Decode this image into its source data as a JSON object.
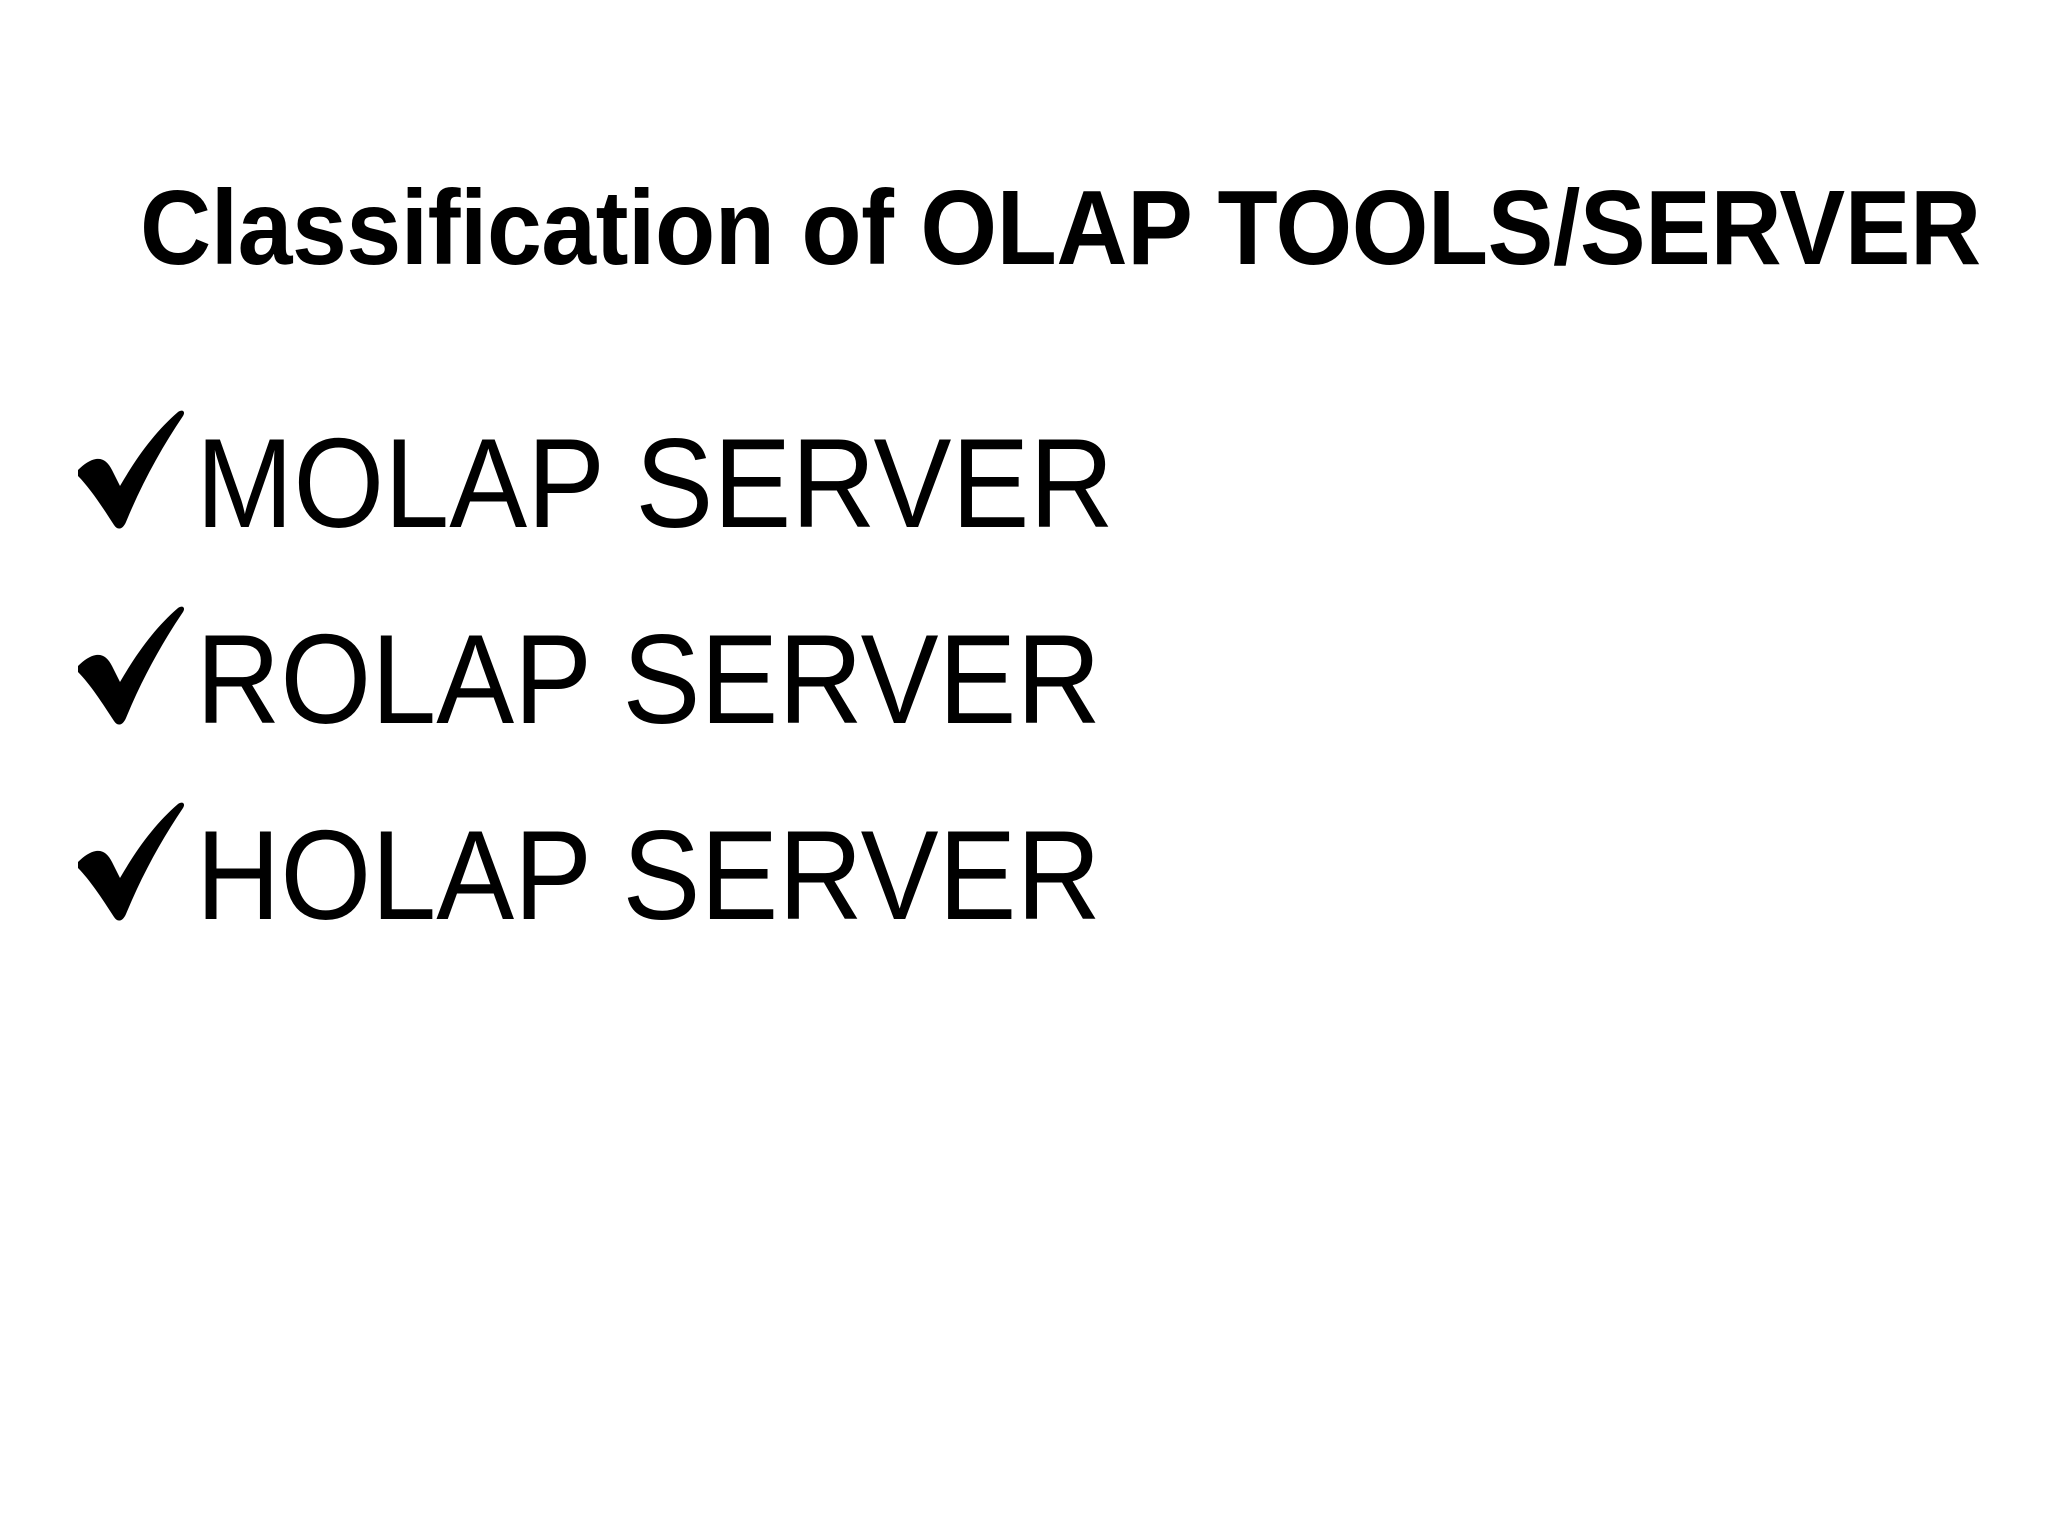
{
  "slide": {
    "background_color": "#FFFFFF",
    "text_color": "#000000",
    "title": "Classification of OLAP TOOLS/SERVER",
    "bullets": [
      {
        "icon": "check-icon",
        "label": "MOLAP SERVER"
      },
      {
        "icon": "check-icon",
        "label": "ROLAP SERVER"
      },
      {
        "icon": "check-icon",
        "label": "HOLAP SERVER"
      }
    ]
  }
}
